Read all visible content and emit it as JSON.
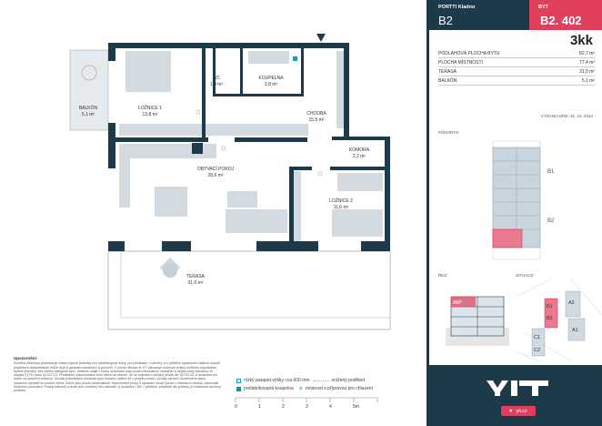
{
  "project": {
    "label": "PORTTI Kladno",
    "building": "B2"
  },
  "unit": {
    "label": "BYT",
    "number": "B2. 402",
    "layout": "3kk"
  },
  "areas": [
    {
      "label": "PODLAHOVÁ PLOCHA BYTU",
      "value": "82,7 m²"
    },
    {
      "label": "PLOCHA MÍSTNOSTÍ",
      "value": "77,4 m²"
    },
    {
      "label": "TERASA",
      "value": "31,0 m²"
    },
    {
      "label": "BALKÓN",
      "value": "5,1 m²"
    }
  ],
  "issued": "VYDÁNO DNE:  31. 10. 2024",
  "sections": {
    "floorplan": "PŮDORYS:",
    "cut": "ŘEZ:",
    "situation": "SITUACE:",
    "b1": "B1",
    "b2": "B2",
    "cut_tag": "4NP",
    "sit_labels": [
      "B1",
      "B2",
      "A2",
      "A1",
      "C1",
      "C2"
    ]
  },
  "rooms": [
    {
      "name": "BALKÓN",
      "area": "5,1 m²"
    },
    {
      "name": "LOŽNICE 1",
      "area": "13,8 m²"
    },
    {
      "name": "WC",
      "area": "1,9 m²"
    },
    {
      "name": "KOUPELNA",
      "area": "3,8 m²"
    },
    {
      "name": "CHODBA",
      "area": "15,5 m²"
    },
    {
      "name": "KOMORA",
      "area": "2,2 m²"
    },
    {
      "name": "OBÝVACÍ POKOJ",
      "area": "28,6 m²"
    },
    {
      "name": "LOŽNICE 2",
      "area": "11,6 m²"
    },
    {
      "name": "TERASA",
      "area": "31,0 m²"
    }
  ],
  "notice": {
    "title": "Upozornění:",
    "text": "Schéma půdorysu představuje řešení bytové jednotky pro marketingové účely, pro představu / rozměry, a s průběhu zpracování dalších stupňů projektové dokumentace může dojít k úpravám konstrukcí a povrchů. Z tohoto důvodu si YIT vyhrazuje možnost změny vnitřního uspořádání bytové jednotky, bez změny kategorie bytu. Veškeré údaje v tomto schématu mají pouze informativní charakter a nejsou tedy nabídkou ve smyslu §1731 nebo §1732 OZ. Předložení dokumentace bere klient na vědomí, že se nejedná o veřejný příslib dle §1733 OZ a neuznává tím nárok na uzavření smlouvy. Vizuály jednotlivých místností jsou smluvní, platné až v projektu změn, vizuály zařízení skutečného stavu. Vybavení výrobků se mohou měnit. Dveře jsou pouze schématické. Navrhované prvky a vybavení slouží pouze k ilustraci a nemusí odpovídat finálnímu provedení. Plochy balkonů a teras jsou uvedeny bez zábradlí. U koupelen / WC / předsíní, případně dle potřeby, je instalován snížený podhled."
  },
  "legend": {
    "low_parapet": "nízký parapet výšky cca 600 mm",
    "lowered_ceiling": "snížený podhled",
    "prefab_bath": "prefabrikovaná koupelna",
    "cooling_room": "místnost s přípravou pro chlazení"
  },
  "scale": {
    "ticks": [
      "0",
      "1",
      "2",
      "3",
      "4",
      "5m"
    ]
  },
  "footer": {
    "brand": "YIT",
    "link": "yit.cz"
  },
  "colors": {
    "dark": "#1d3a4a",
    "accent": "#e0405c",
    "furniture": "#d3dbe1"
  }
}
